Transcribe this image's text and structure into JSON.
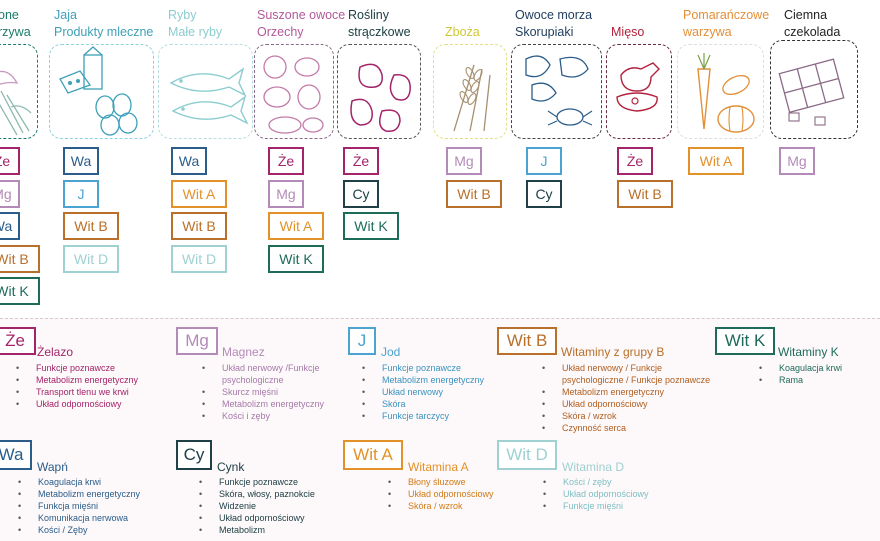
{
  "colors": {
    "fe": "#a3246a",
    "mg": "#b48ab8",
    "ca": "#2a5d8a",
    "i": "#4aa3d1",
    "vitb": "#b8702a",
    "vitd": "#9fd0d2",
    "vitk": "#1e6b5a",
    "cu": "#1e4046",
    "vita": "#e39129",
    "grain": "#d7d246",
    "meat": "#b3223d",
    "orange": "#e38f38"
  },
  "columns": [
    {
      "title": "one\nrzywa",
      "color": "#1b7a6a"
    },
    {
      "title": "Jaja\nProdukty mleczne",
      "color": "#3da0b8"
    },
    {
      "title": "Ryby\nMałe ryby",
      "color": "#8ccdd0"
    },
    {
      "title": "Suszone owoce\nOrzechy",
      "color": "#b2599b"
    },
    {
      "title": "Rośliny\nstrączkowe",
      "color": "#1e4046"
    },
    {
      "title": "Zboża",
      "color": "#cfc832"
    },
    {
      "title": "Owoce morza\nSkorupiaki",
      "color": "#1f3c5c"
    },
    {
      "title": "Mięso",
      "color": "#b3223d"
    },
    {
      "title": "Pomarańczowe\nwarzywa",
      "color": "#e38f38"
    },
    {
      "title": "Ciemna\nczekolada",
      "color": "#222222"
    }
  ],
  "tags": {
    "col0": [
      "Że",
      "Mg",
      "Wa",
      "Wit B",
      "Wit K"
    ],
    "col1": [
      "Wa",
      "J",
      "Wit B",
      "Wit D"
    ],
    "col2": [
      "Wa",
      "Wit A",
      "Wit B",
      "Wit D"
    ],
    "col3": [
      "Że",
      "Mg",
      "Wit A",
      "Wit K"
    ],
    "col4": [
      "Że",
      "Cy",
      "Wit K"
    ],
    "col5": [
      "Mg",
      "Wit B"
    ],
    "col6": [
      "J",
      "Cy"
    ],
    "col7": [
      "Że",
      "Wit B"
    ],
    "col8": [
      "Wit A"
    ],
    "col9": [
      "Mg"
    ]
  },
  "legend": {
    "fe": {
      "badge": "Że",
      "title": "Żelazo",
      "items": [
        "Funkcje poznawcze",
        "Metabolizm energetyczny",
        "Transport tlenu we krwi",
        "Układ odpornościowy"
      ]
    },
    "mg": {
      "badge": "Mg",
      "title": "Magnez",
      "items": [
        "Układ nerwowy /Funkcje\npsychologiczne",
        "Skurcz mięśni",
        "Metabolizm energetyczny",
        "Kości i zęby"
      ]
    },
    "i": {
      "badge": "J",
      "title": "Jod",
      "items": [
        "Funkcje poznawcze",
        "Metabolizm energetyczny",
        "Układ nerwowy",
        "Skóra",
        "Funkcje tarczycy"
      ]
    },
    "vitb": {
      "badge": "Wit B",
      "title": "Witaminy z grupy B",
      "items": [
        "Układ nerwowy / Funkcje\npsychologiczne / Funkcje poznawcze",
        "Metabolizm energetyczny",
        "Układ odpornościowy",
        "Skóra / wzrok",
        "Czynność serca"
      ]
    },
    "vitk": {
      "badge": "Wit K",
      "title": "Witaminy K",
      "items": [
        "Koagulacja krwi",
        "Rama"
      ]
    },
    "ca": {
      "badge": "Wa",
      "title": "Wapń",
      "items": [
        "Koagulacja krwi",
        "Metabolizm energetyczny",
        "Funkcja mięśni",
        "Komunikacja nerwowa",
        "Kości / Zęby"
      ]
    },
    "cu": {
      "badge": "Cy",
      "title": "Cynk",
      "items": [
        "Funkcje poznawcze",
        "Skóra, włosy, paznokcie",
        "Widzenie",
        "Układ odpornościowy",
        "Metabolizm"
      ]
    },
    "vita": {
      "badge": "Wit A",
      "title": "Witamina A",
      "items": [
        "Błony śluzowe",
        "Układ odpornościowy",
        "Skóra / wzrok"
      ]
    },
    "vitd": {
      "badge": "Wit D",
      "title": "Witamina D",
      "items": [
        "Kości / zęby",
        "Układ odpornościowy",
        "Funkcje mięśni"
      ]
    }
  }
}
